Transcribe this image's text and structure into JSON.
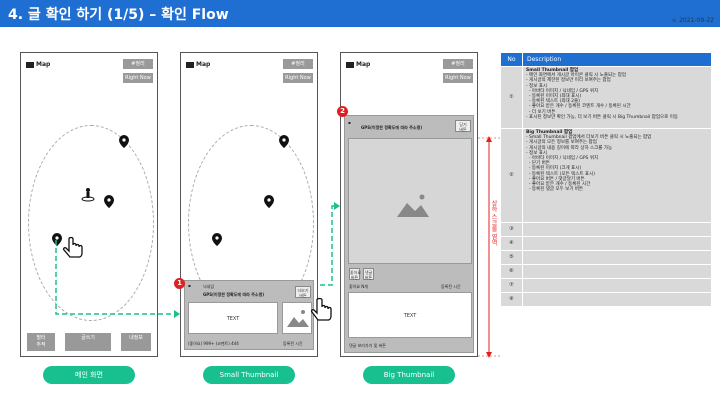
{
  "header": {
    "title": "4. 글 확인 하기 (1/5) – 확인 Flow",
    "version": "v. 2021-09-22"
  },
  "screens": {
    "main": {
      "logo": "Map",
      "btn_top": "#정리",
      "btn_right_now": "Right Now",
      "bottom_buttons": [
        "필터\n추적",
        "글쓰기",
        "내정보"
      ],
      "caption": "메인 화면"
    },
    "small": {
      "logo": "Map",
      "btn_top": "#정리",
      "btn_right_now": "Right Now",
      "card_user": "닉네임",
      "card_gps": "GPS(이정한 정확도에 따라 주소명)",
      "card_more": "더보기\n버튼",
      "card_text": "TEXT",
      "card_footer_left": "(좋아요) 999+  (코멘트) 444",
      "card_footer_right": "등록된 시간",
      "caption": "Small Thumbnail",
      "badge": "1"
    },
    "big": {
      "logo": "Map",
      "btn_top": "#정리",
      "btn_right_now": "Right Now",
      "card_gps": "GPS(이정한 정확도에 따라 주소명)",
      "card_close": "닫기\n버튼",
      "like_btn": "좋아요\n버튼",
      "comment_btn": "댓글\n버튼",
      "likes_row_left": "좋아요 N개",
      "likes_row_right": "등록된 시간",
      "card_text": "TEXT",
      "comment_hint": "댓글 보러가기 및 버튼",
      "caption": "Big Thumbnail",
      "badge": "2",
      "vertical_label": "상하 스크롤 영역"
    }
  },
  "table": {
    "headers": [
      "No",
      "Description"
    ],
    "rows": [
      {
        "no": "①",
        "title": "Small Thumbnail 팝업",
        "lines": [
          "- 메인 화면에서 게시글 아이콘 클릭 시 노출되는 팝업",
          "- 게시글의 제한된 정보만 미리 보여주는 팝업",
          "- 정보 표시",
          "  - 아바타 이미지 / 닉네임 / GPS 위치",
          "  - 등록된 이미지 (최대 표시)",
          "  - 등록된 텍스트 (최대 2줄)",
          "  - 좋아요 받은 개수 / 등록된 코멘트 개수 / 등록된 시간",
          "  - 더 보기 버튼",
          "- 표시된 정보만 확인 가능, 더 보기 버튼 클릭 시 Big Thumbnail 팝업으로 이동"
        ]
      },
      {
        "no": "②",
        "title": "Big Thumbnail 팝업",
        "lines": [
          "- Small Thumbnail 팝업에서 더보기 버튼 클릭 시 노출되는 팝업",
          "- 게시글의 모든 정보를 보여주는 팝업",
          "- 게시글의 내용 길이에 따라 상하 스크롤 가능",
          "- 정보 표시",
          "  - 아바타 이미지 / 닉네임 / GPS 위치",
          "  - 닫기 버튼",
          "  - 등록된 이미지 (크게 표시)",
          "  - 등록된 텍스트 (모든 텍스트 표시)",
          "  - 좋아요 버튼 / 댓글달기 버튼",
          "  - 좋아요 받은 개수 / 등록된 시간",
          "  - 등록된 댓글 모두 보기 버튼"
        ]
      },
      {
        "no": "③",
        "title": "",
        "lines": []
      },
      {
        "no": "④",
        "title": "",
        "lines": []
      },
      {
        "no": "⑤",
        "title": "",
        "lines": []
      },
      {
        "no": "⑥",
        "title": "",
        "lines": []
      },
      {
        "no": "⑦",
        "title": "",
        "lines": []
      },
      {
        "no": "⑧",
        "title": "",
        "lines": []
      }
    ]
  },
  "colors": {
    "header": "#1f6fd2",
    "caption": "#18c08f",
    "flow_arrow": "#18c08f",
    "badge": "#e02020"
  }
}
